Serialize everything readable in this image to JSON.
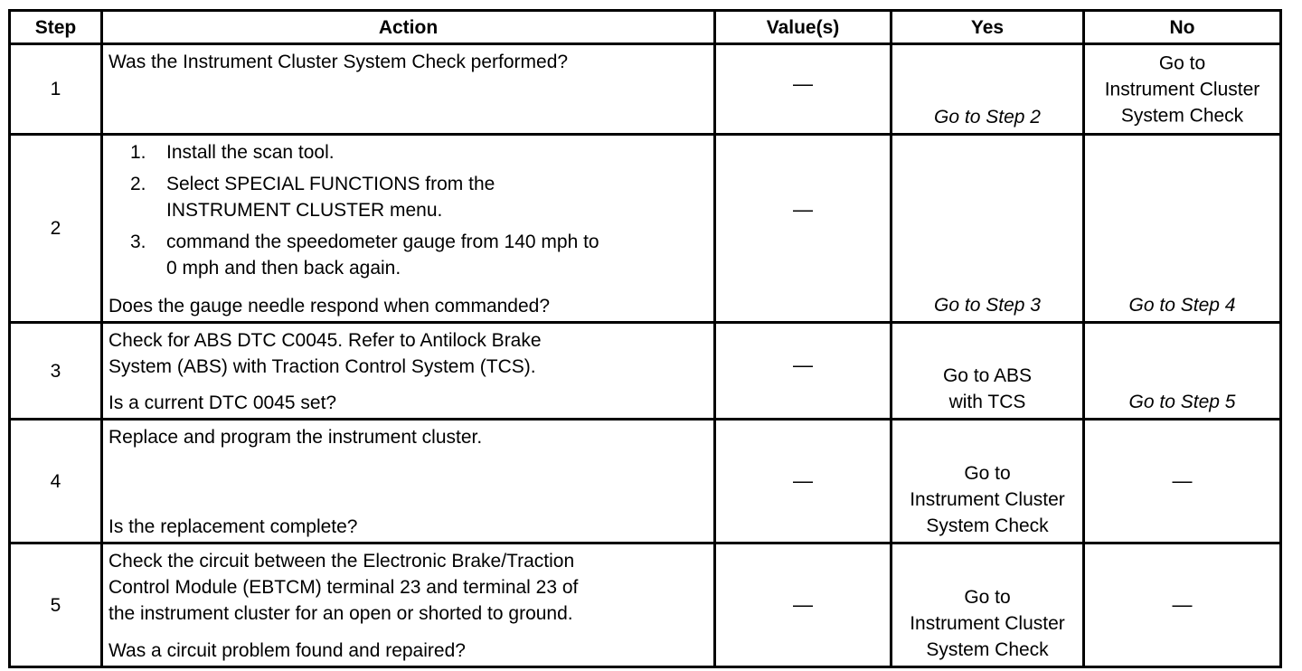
{
  "headers": {
    "step": "Step",
    "action": "Action",
    "values": "Value(s)",
    "yes": "Yes",
    "no": "No"
  },
  "rows": [
    {
      "step": "1",
      "action": {
        "lines": [
          "Was the Instrument Cluster System Check performed?"
        ]
      },
      "value": "—",
      "yes": [
        "Go to Step 2"
      ],
      "no": [
        "Go to",
        "Instrument Cluster",
        "System Check"
      ]
    },
    {
      "step": "2",
      "action": {
        "items": [
          {
            "num": "1.",
            "lines": [
              "Install the scan tool."
            ]
          },
          {
            "num": "2.",
            "lines": [
              "Select SPECIAL FUNCTIONS from the",
              "INSTRUMENT CLUSTER menu."
            ]
          },
          {
            "num": "3.",
            "lines": [
              "command the speedometer gauge from 140 mph to",
              "0 mph and then back again."
            ]
          }
        ],
        "question": "Does the gauge needle respond when commanded?"
      },
      "value": "—",
      "yes": [
        "Go to Step 3"
      ],
      "no": [
        "Go to Step 4"
      ]
    },
    {
      "step": "3",
      "action": {
        "lines": [
          "Check for ABS DTC C0045. Refer to Antilock Brake",
          "System (ABS) with Traction Control System (TCS)."
        ],
        "question": "Is a current DTC 0045 set?"
      },
      "value": "—",
      "yes": [
        "Go to ABS",
        "with TCS"
      ],
      "no": [
        "Go to Step 5"
      ]
    },
    {
      "step": "4",
      "action": {
        "lines": [
          "Replace and program the instrument cluster."
        ],
        "question": "Is the replacement complete?"
      },
      "value": "—",
      "yes": [
        "Go to",
        "Instrument Cluster",
        "System Check"
      ],
      "no": [
        "—"
      ]
    },
    {
      "step": "5",
      "action": {
        "lines": [
          "Check the circuit between the Electronic Brake/Traction",
          "Control Module (EBTCM) terminal 23 and terminal 23 of",
          "the instrument cluster for an open or shorted to ground."
        ],
        "question": "Was a circuit problem found and repaired?"
      },
      "value": "—",
      "yes": [
        "Go to",
        "Instrument Cluster",
        "System Check"
      ],
      "no": [
        "—"
      ]
    }
  ]
}
